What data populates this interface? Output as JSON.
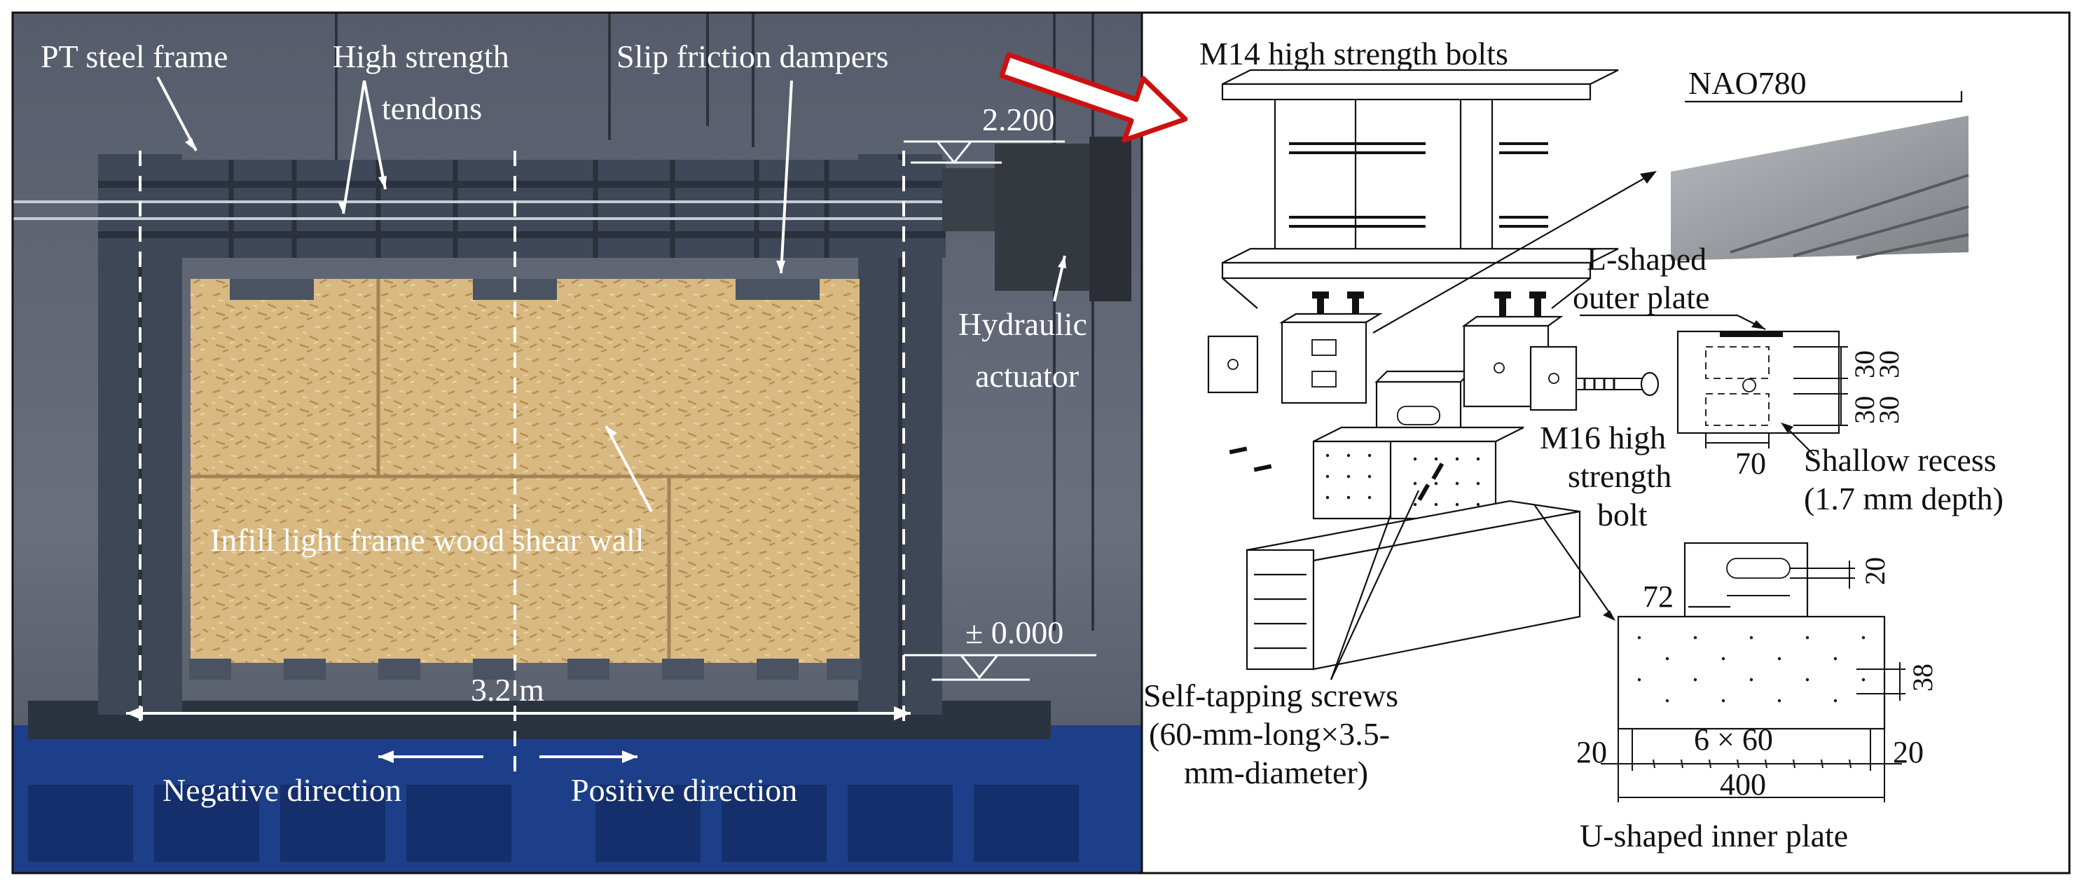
{
  "photo": {
    "labels": {
      "pt_frame": "PT steel frame",
      "tendons_1": "High strength",
      "tendons_2": "tendons",
      "dampers": "Slip friction dampers",
      "elev_top": "2.200",
      "actuator_1": "Hydraulic",
      "actuator_2": "actuator",
      "wall": "Infill light frame wood shear wall",
      "elev_bottom": "± 0.000",
      "span": "3.2 m",
      "neg_dir": "Negative direction",
      "pos_dir": "Positive direction"
    }
  },
  "detail": {
    "labels": {
      "m14": "M14 high strength bolts",
      "nao": "NAO780",
      "lshaped_1": "L-shaped",
      "lshaped_2": "outer plate",
      "m16_1": "M16 high",
      "m16_2": "strength",
      "m16_3": "bolt",
      "shallow_1": "Shallow recess",
      "shallow_2": "(1.7 mm depth)",
      "screws_1": "Self-tapping screws",
      "screws_2": "(60-mm-long×3.5-",
      "screws_3": "mm-diameter)",
      "ushaped": "U-shaped inner plate"
    },
    "dims": {
      "d30a": "30",
      "d30b": "30",
      "d30c": "30",
      "d30d": "30",
      "d70": "70",
      "d72": "72",
      "d20_top": "20",
      "d38": "38",
      "d6x60": "6 × 60",
      "d20_left": "20",
      "d20_right": "20",
      "d400": "400"
    }
  },
  "colors": {
    "sky": "#5f6573",
    "steel": "#3d4654",
    "osb": "#d6b57e",
    "blue_base": "#1d3f8a",
    "arrow_outline": "#cc1111"
  }
}
